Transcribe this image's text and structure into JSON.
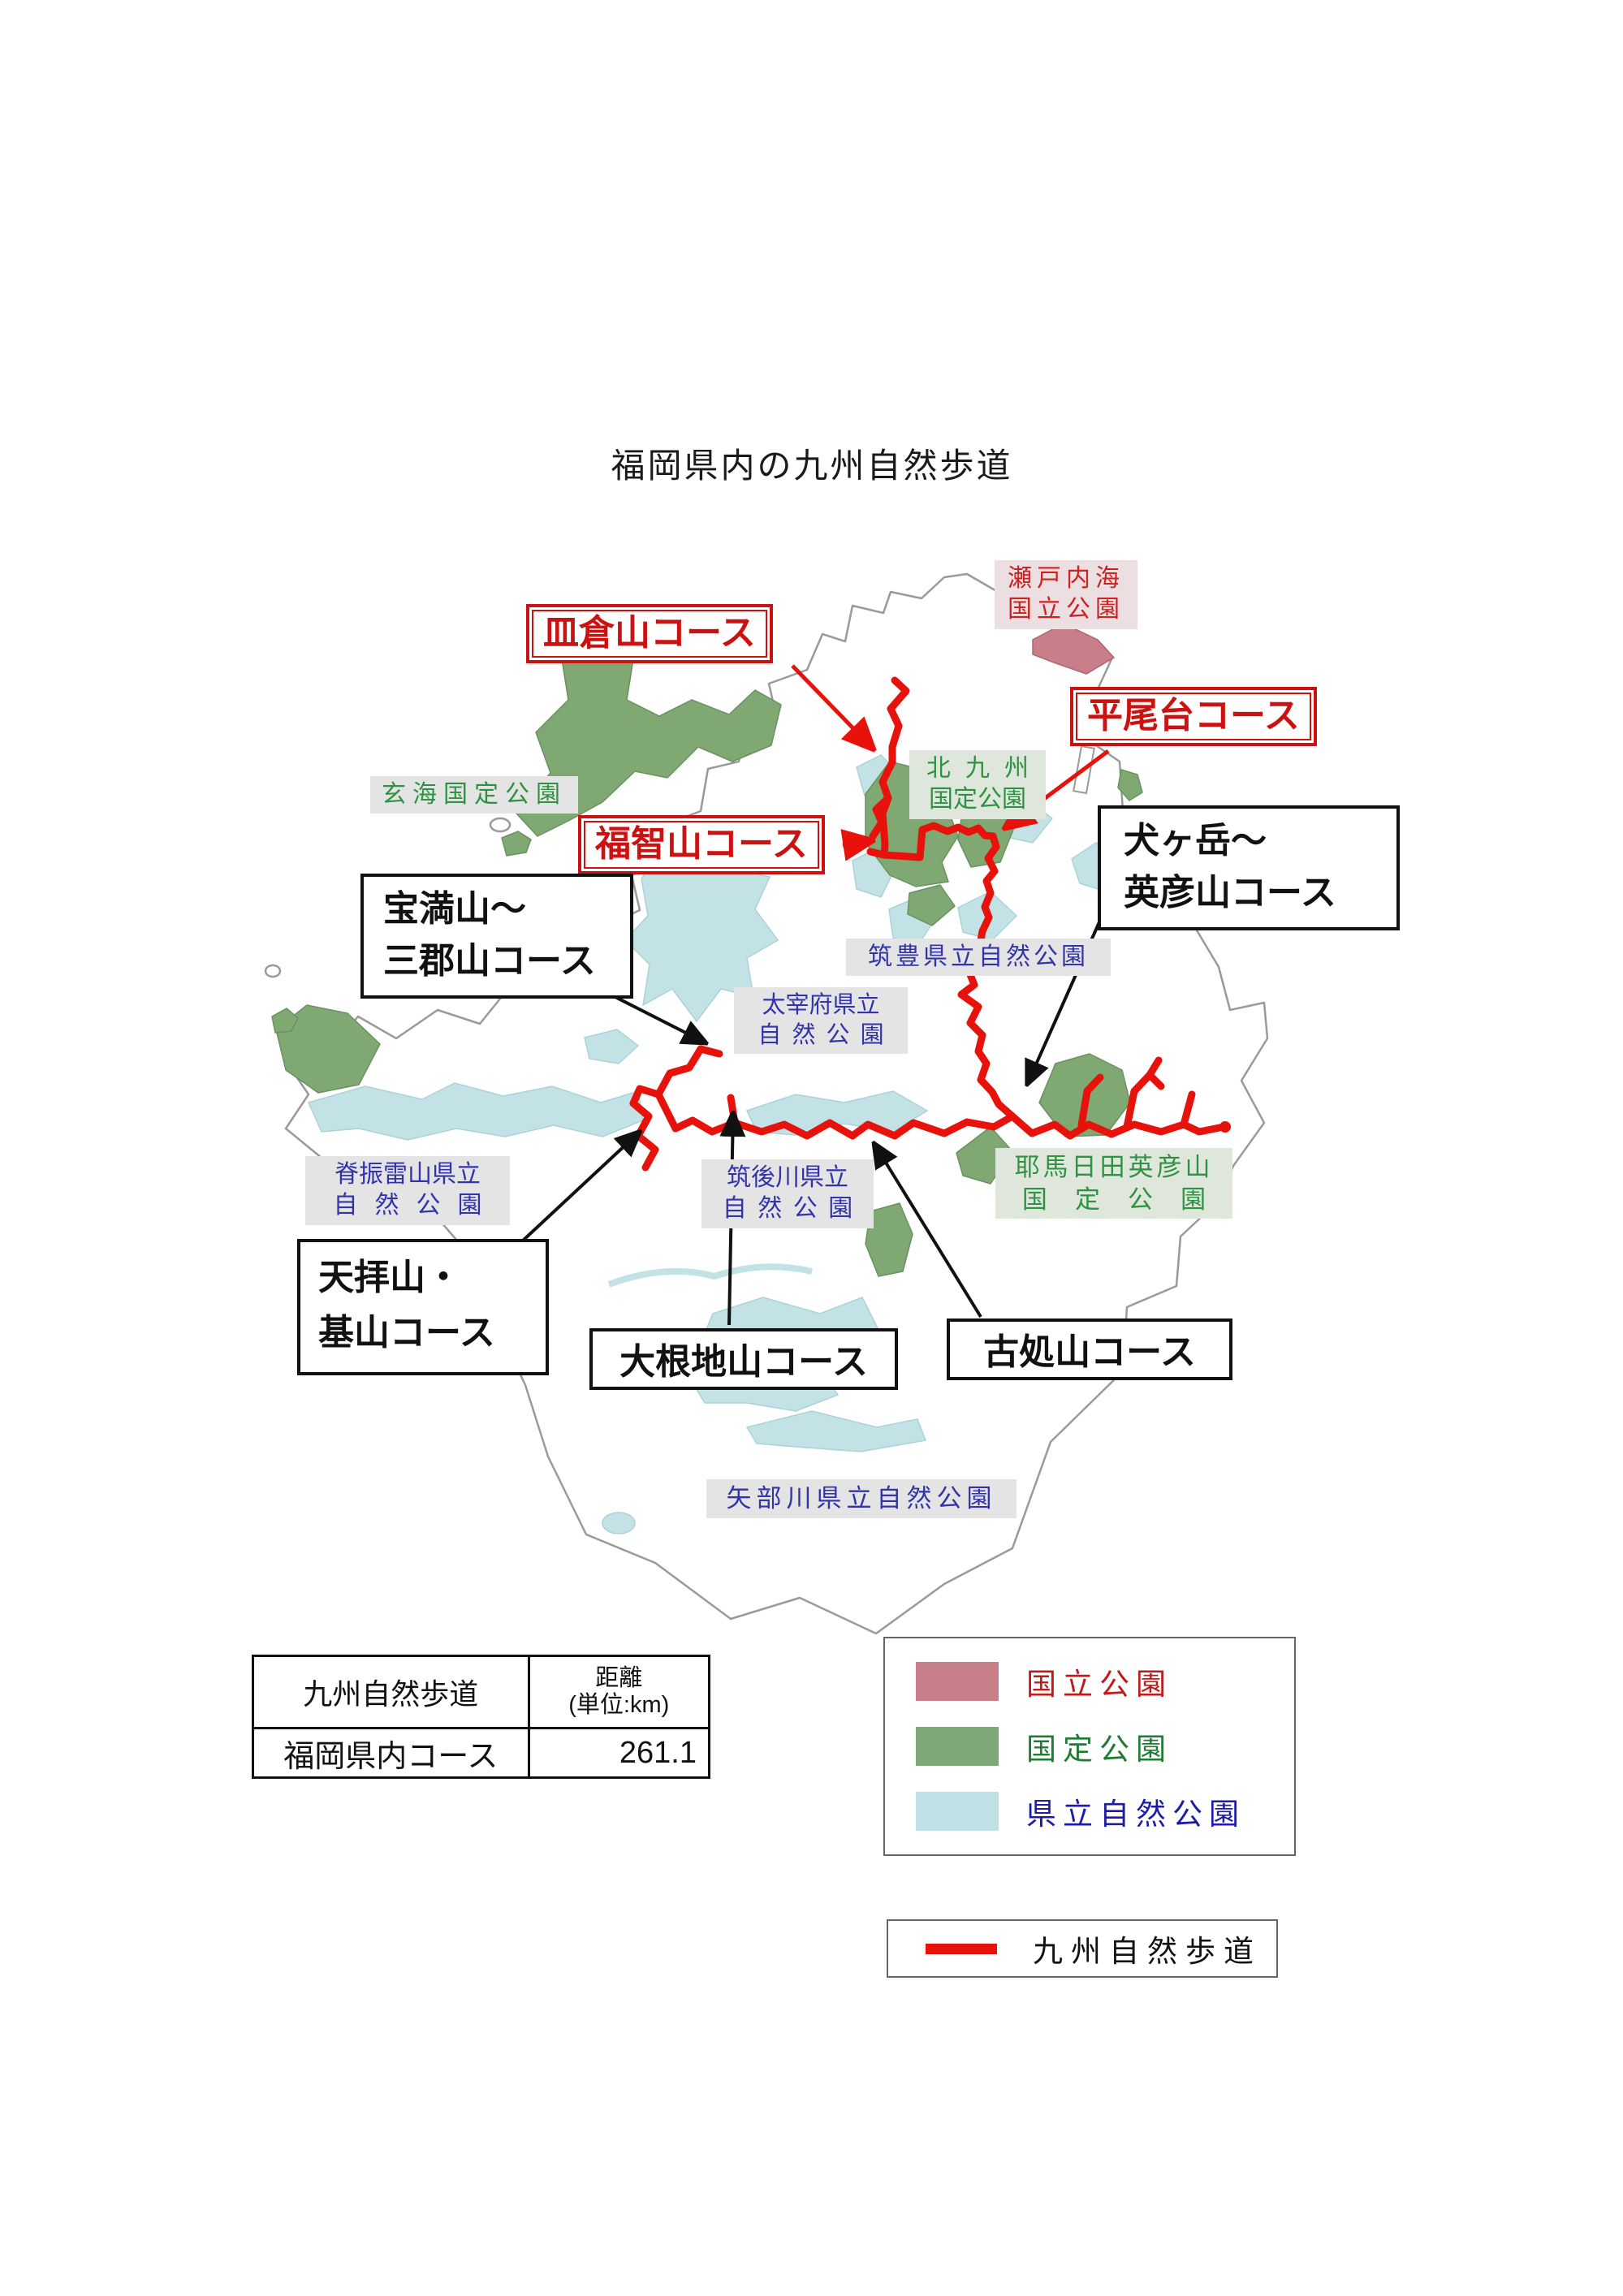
{
  "title": "福岡県内の九州自然歩道",
  "parks": {
    "setonaikai": {
      "line1": "瀬戸内海",
      "line2": "国立公園"
    },
    "kitakyushu": {
      "line1": "北九州",
      "line2": "国定公園"
    },
    "genkai": {
      "label": "玄海国定公園"
    },
    "chikuho": {
      "label": "筑豊県立自然公園"
    },
    "dazaifu": {
      "line1": "太宰府県立",
      "line2": "自然公園"
    },
    "sefuri": {
      "line1": "脊振雷山県立",
      "line2": "自然公園"
    },
    "chikugogawa": {
      "line1": "筑後川県立",
      "line2": "自然公園"
    },
    "yabahita": {
      "line1": "耶馬日田英彦山",
      "line2": "国定公園"
    },
    "yabegawa": {
      "label": "矢部川県立自然公園"
    }
  },
  "courses": {
    "sarakurayama": {
      "label": "皿倉山コース"
    },
    "hiraodai": {
      "label": "平尾台コース"
    },
    "fukuchiyama": {
      "label": "福智山コース"
    },
    "inugatake": {
      "line1": "犬ヶ岳～",
      "line2": "英彦山コース"
    },
    "homanzan": {
      "line1": "宝満山～",
      "line2": "三郡山コース"
    },
    "tenpaizan": {
      "line1": "天拝山・",
      "line2": "基山コース"
    },
    "oneji": {
      "label": "大根地山コース"
    },
    "kosho": {
      "label": "古処山コース"
    }
  },
  "table": {
    "col1_header": "九州自然歩道",
    "col2_header_line1": "距離",
    "col2_header_line2": "(単位:km)",
    "row_label": "福岡県内コース",
    "row_value": "261.1"
  },
  "legend": {
    "parks": [
      {
        "label": "国立公園",
        "swatch": "#c97f89",
        "text_color": "#c01a1a"
      },
      {
        "label": "国定公園",
        "swatch": "#7da878",
        "text_color": "#1e7c32"
      },
      {
        "label": "県立自然公園",
        "swatch": "#bfe0e4",
        "text_color": "#1c1ca8"
      }
    ],
    "trail": {
      "label": "九州自然歩道",
      "line_color": "#e6120b"
    }
  },
  "colors": {
    "national_park_area": "#c97f89",
    "quasi_national_park_area": "#7fa873",
    "prefectural_park_area": "#c3e2e6",
    "trail_red": "#e6120b",
    "course_label_red": "#cc1111",
    "park_label_blue": "#3333aa",
    "park_label_green": "#2f9243",
    "park_label_red": "#cc2222"
  }
}
